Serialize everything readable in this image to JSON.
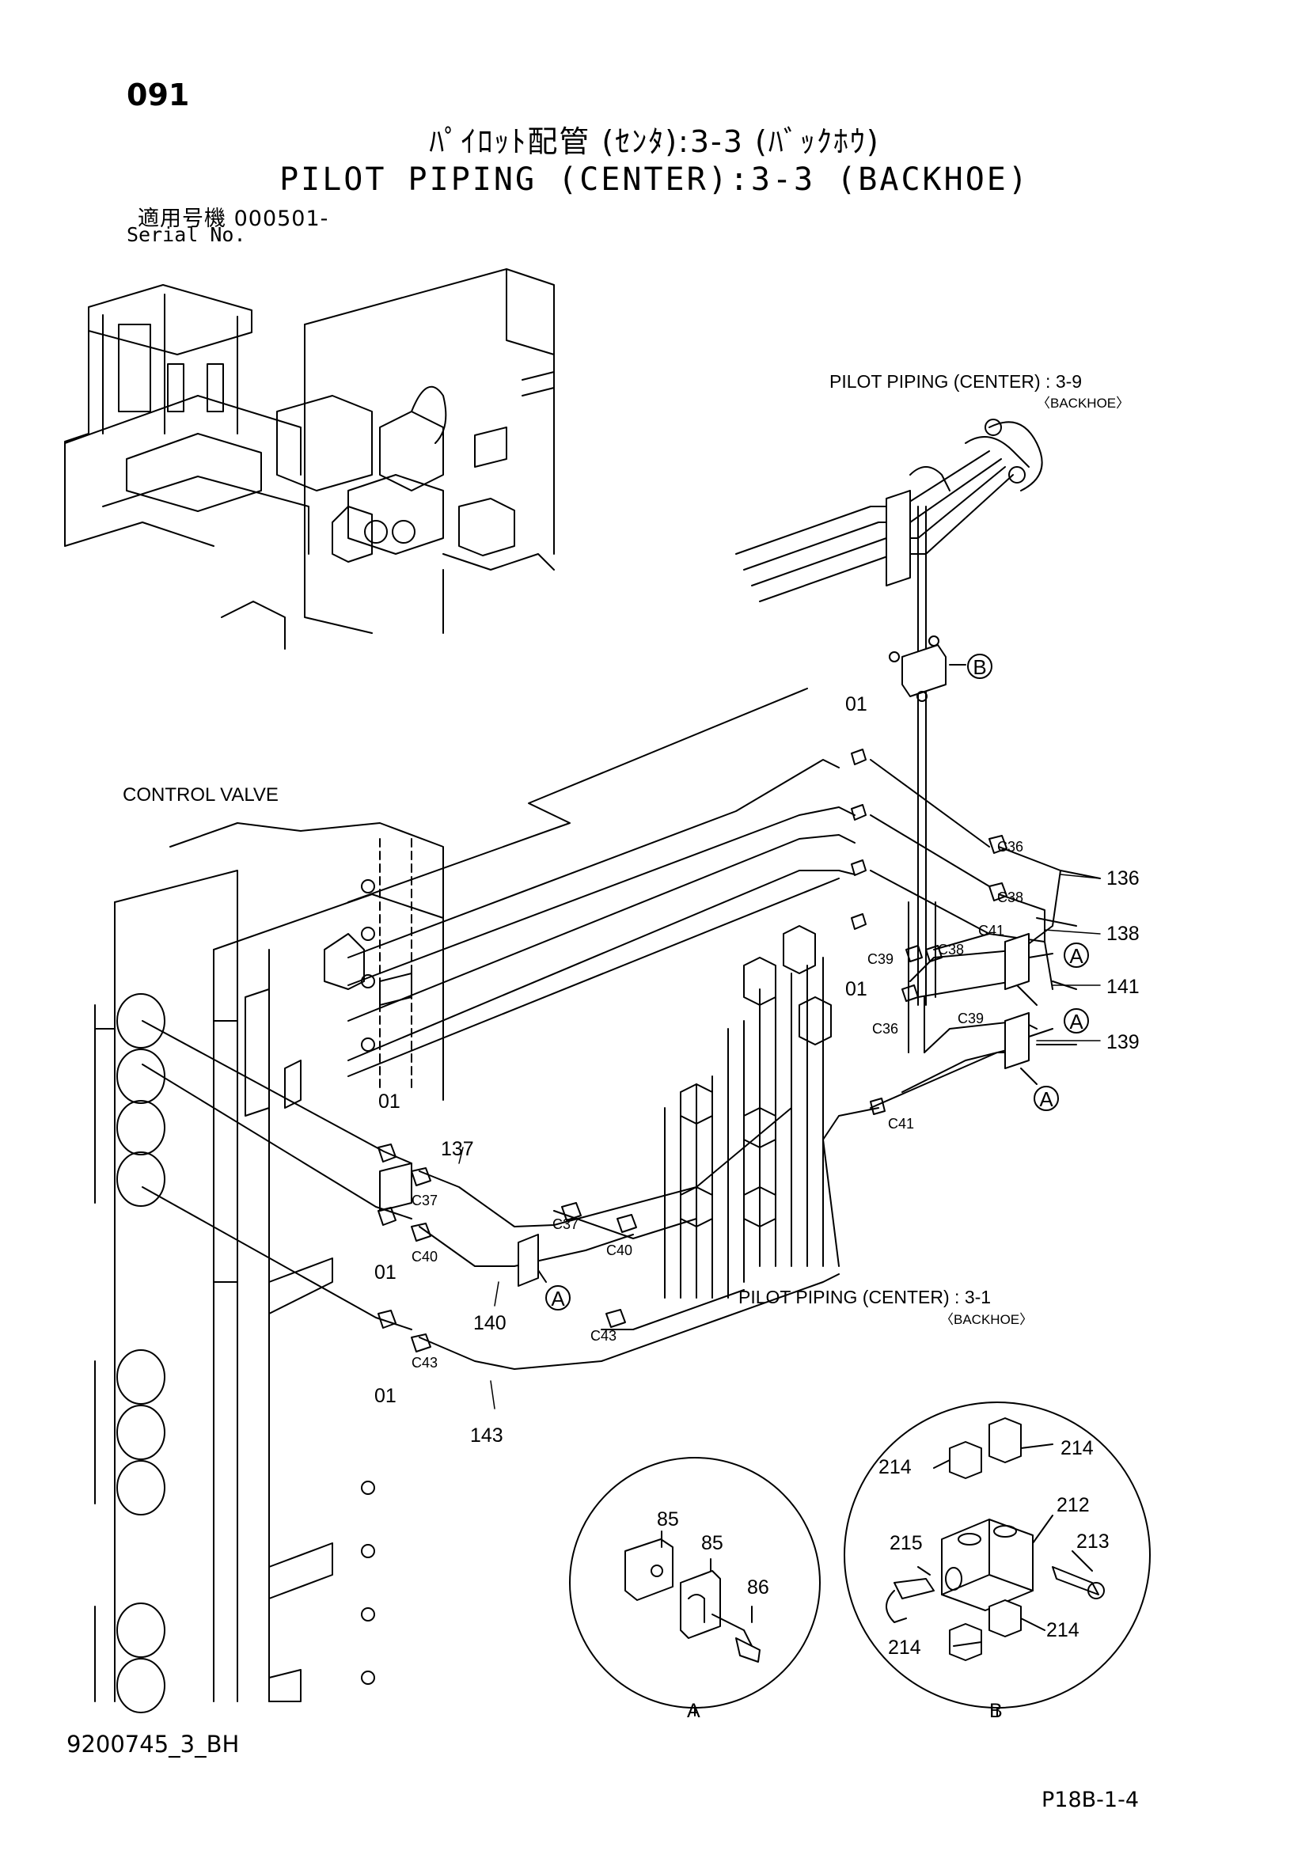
{
  "header": {
    "page_number": "091",
    "title_jp": "ﾊﾟｲﾛｯﾄ配管 (ｾﾝﾀ):3-3 (ﾊﾞｯｸﾎｳ)",
    "title_en": "PILOT PIPING (CENTER):3-3 (BACKHOE)",
    "serial_label_jp": "適用号機 000501-",
    "serial_label_en": "Serial No."
  },
  "references": {
    "ref_top": "PILOT PIPING (CENTER) : 3-9",
    "ref_top_sub": "〈BACKHOE〉",
    "ref_bottom": "PILOT PIPING (CENTER) : 3-1",
    "ref_bottom_sub": "〈BACKHOE〉",
    "control_valve": "CONTROL VALVE"
  },
  "callouts": {
    "p01": "01",
    "p136": "136",
    "p137": "137",
    "p138": "138",
    "p139": "139",
    "p140": "140",
    "p141": "141",
    "p143": "143",
    "p85": "85",
    "p86": "86",
    "p212": "212",
    "p213": "213",
    "p214": "214",
    "p215": "215"
  },
  "fitting_labels": {
    "c36": "C36",
    "c37": "C37",
    "c38": "C38",
    "c39": "C39",
    "c40": "C40",
    "c41": "C41",
    "c43": "C43"
  },
  "detail_markers": {
    "a": "A",
    "b": "B"
  },
  "footer": {
    "drawing_number": "9200745_3_BH",
    "page_code": "P18B-1-4"
  }
}
